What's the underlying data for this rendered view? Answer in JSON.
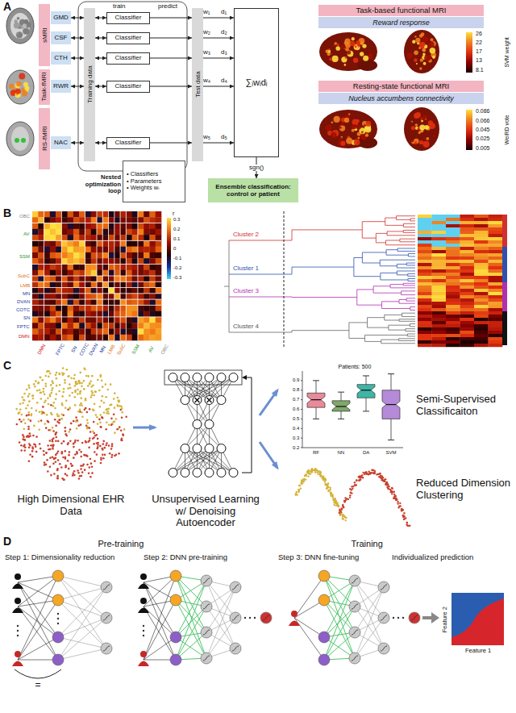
{
  "diagram": {
    "nodes": [
      {
        "text": [
          "sMRI"
        ]
      },
      {
        "text": [
          "Task-fMRI"
        ]
      },
      {
        "text": [
          "RS-fMRI"
        ]
      },
      {
        "text": [
          "GMD"
        ]
      },
      {
        "text": [
          "CSF"
        ]
      },
      {
        "text": [
          "CTH"
        ]
      },
      {
        "text": [
          "RWR"
        ]
      },
      {
        "text": [
          "NAC"
        ]
      },
      {
        "text": [
          "Training data"
        ]
      },
      {
        "text": [
          "Classifier"
        ]
      },
      {
        "text": [
          "Classifier"
        ]
      },
      {
        "text": [
          "Classifier"
        ]
      },
      {
        "text": [
          "Classifier"
        ]
      },
      {
        "text": [
          "Classifier"
        ]
      },
      {
        "text": [
          "Test data"
        ]
      },
      {
        "text": [
          "∑ᵢwᵢdᵢ"
        ]
      },
      {
        "text": [
          "Ensemble classification: control or patient"
        ]
      },
      {
        "text": [
          "Nested optimization loop",
          "• Classifiers",
          "• Parameters",
          "• Weights wᵢ"
        ]
      },
      {
        "text": [
          "Task-based functional MRI"
        ]
      },
      {
        "text": [
          "Reward response"
        ]
      },
      {
        "text": [
          "Resting-state functional MRI"
        ]
      },
      {
        "text": [
          "Nucleus accumbens connectivity"
        ]
      }
    ],
    "edges": [
      {
        "from": 3,
        "to": 8,
        "arrow": "both"
      },
      {
        "from": 4,
        "to": 8,
        "arrow": "both"
      },
      {
        "from": 5,
        "to": 8,
        "arrow": "both"
      },
      {
        "from": 6,
        "to": 8,
        "arrow": "both"
      },
      {
        "from": 7,
        "to": 8,
        "arrow": "both"
      },
      {
        "from": 9,
        "to": 8,
        "arrow": "both"
      },
      {
        "from": 10,
        "to": 8,
        "arrow": "both"
      },
      {
        "from": 11,
        "to": 8,
        "arrow": "both"
      },
      {
        "from": 12,
        "to": 8,
        "arrow": "both"
      },
      {
        "from": 13,
        "to": 8,
        "arrow": "both"
      },
      {
        "from": 9,
        "to": 14,
        "arrow": "to"
      },
      {
        "from": 10,
        "to": 14,
        "arrow": "to"
      },
      {
        "from": 11,
        "to": 14,
        "arrow": "to"
      },
      {
        "from": 12,
        "to": 14,
        "arrow": "to"
      },
      {
        "from": 13,
        "to": 14,
        "arrow": "to"
      },
      {
        "from": 14,
        "to": 15,
        "arrow": "to"
      },
      {
        "from": 14,
        "to": 15,
        "arrow": "to"
      },
      {
        "from": 14,
        "to": 15,
        "arrow": "to"
      },
      {
        "from": 14,
        "to": 15,
        "arrow": "to"
      },
      {
        "from": 14,
        "to": 15,
        "arrow": "to"
      },
      {
        "from": 15,
        "to": 16,
        "arrow": "to",
        "label": "sgn()"
      }
    ],
    "labels": [
      "A",
      "train",
      "predict",
      "w₁",
      "w₂",
      "w₃",
      "w₄",
      "w₅",
      "d₁",
      "d₂",
      "d₃",
      "d₄",
      "d₅",
      "26",
      "22",
      "17",
      "13",
      "8.1",
      "SVM weight",
      "0.086",
      "0.066",
      "0.045",
      "0.025",
      "0.005",
      "WeiRD vote",
      "B",
      "OBC",
      "AV",
      "SSM",
      "SubC",
      "LMB",
      "MN",
      "DVAN",
      "COTC",
      "SN",
      "FPTC",
      "DMN",
      "DMN",
      "FPTC",
      "SN",
      "COTC",
      "DVAN",
      "MN",
      "LMB",
      "SubC",
      "SSM",
      "AV",
      "OBC",
      "r",
      "0.3",
      "0.2",
      "0.1",
      "0",
      "-0.1",
      "-0.2",
      "-0.3",
      "Cluster 2",
      "Cluster 1",
      "Cluster 3",
      "Cluster 4",
      "C",
      "High Dimensional EHR Data",
      "Unsupervised Learning w/ Denoising Autoencoder",
      "Patients: 500",
      "0.9",
      "0.8",
      "0.7",
      "0.6",
      "0.5",
      "0.4",
      "0.3",
      "0.2",
      "RF",
      "NN",
      "DA",
      "SVM",
      "Semi-Supervised Classificaiton",
      "Reduced Dimension Clustering",
      "D",
      "Pre-training",
      "Training",
      "Step 1: Dimensionality reduction",
      "Step 2: DNN pre-training",
      "Step 3: DNN fine-tuning",
      "Individualized prediction",
      "=",
      "Feature 2",
      "Feature 1"
    ]
  }
}
